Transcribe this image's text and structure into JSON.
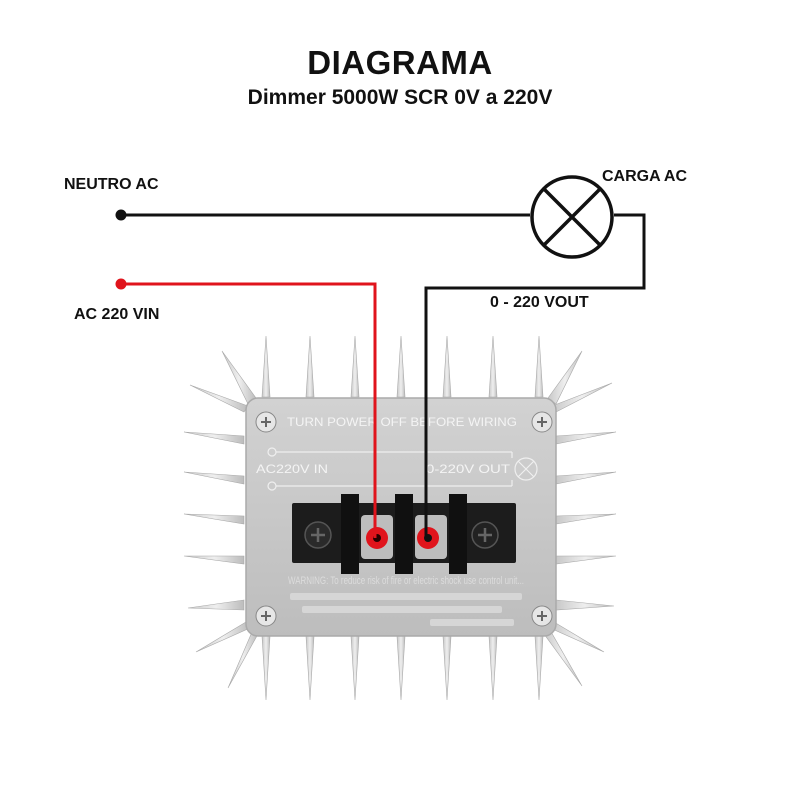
{
  "header": {
    "title": "DIAGRAMA",
    "subtitle": "Dimmer 5000W SCR 0V a 220V"
  },
  "labels": {
    "neutral": "NEUTRO AC",
    "load": "CARGA AC",
    "input": "AC 220 VIN",
    "output": "0 - 220 VOUT"
  },
  "device": {
    "top_text": "TURN POWER OFF BEFORE WIRING",
    "input_text": "AC220V IN",
    "output_text": "0-220V OUT",
    "warning_text": "WARNING: To reduce risk of fire or electric shock use control unit..."
  },
  "colors": {
    "live_wire": "#e0141c",
    "neutral_wire": "#111111",
    "heatsink": "#d9d9d9",
    "plate": "#c8c8c8",
    "terminal_block": "#1a1a1a"
  }
}
